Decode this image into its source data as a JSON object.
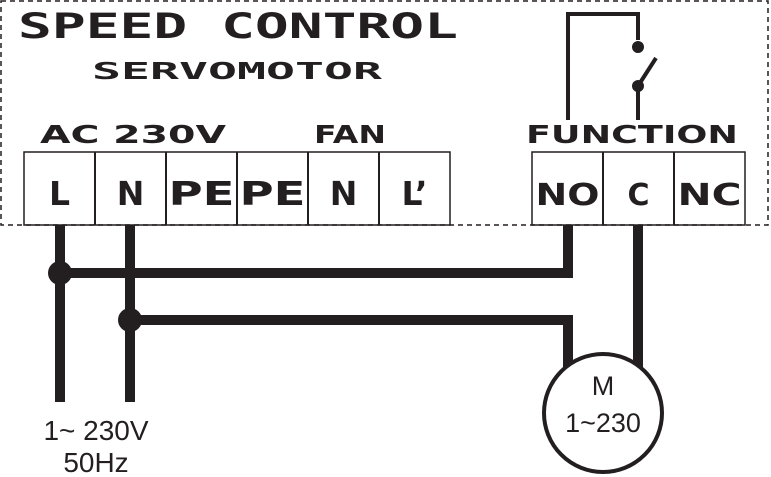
{
  "title": "SPEED CONTROL",
  "subtitle": "SERVOMOTOR",
  "groups": {
    "ac": "AC 230V",
    "fan": "FAN",
    "function": "FUNCTION"
  },
  "terminals": [
    "L",
    "N",
    "PE",
    "PE",
    "N",
    "L’",
    "NO",
    "C",
    "NC"
  ],
  "supply": {
    "line1": "1~ 230V",
    "line2": "50Hz"
  },
  "motor": {
    "line1": "M",
    "line2": "1~230"
  }
}
